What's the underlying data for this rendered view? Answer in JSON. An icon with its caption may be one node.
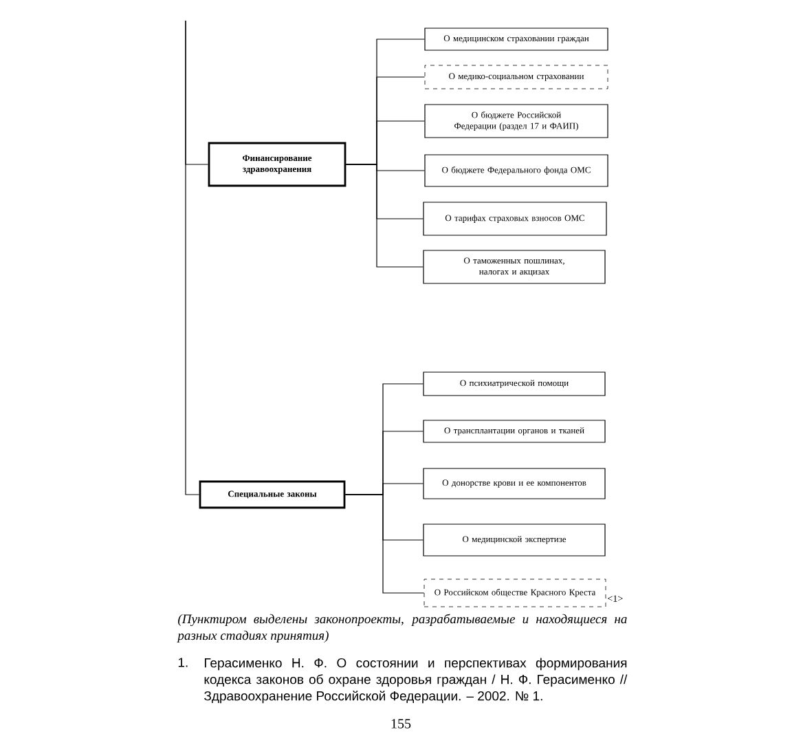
{
  "diagram": {
    "caption": "(Пунктиром выделены законопроекты, разрабатываемые и находящиеся на разных стадиях принятия)",
    "nodes": [
      {
        "text": [
          "Финансирование здравоохранения"
        ]
      },
      {
        "text": [
          "О медицинском страховании граждан"
        ]
      },
      {
        "text": [
          "О медико-социальном страховании"
        ]
      },
      {
        "text": [
          "О бюджете Российской Федерации (раздел 17 и ФАИП)"
        ]
      },
      {
        "text": [
          "О бюджете Федерального фонда ОМС"
        ]
      },
      {
        "text": [
          "О тарифах страховых взносов ОМС"
        ]
      },
      {
        "text": [
          "О таможенных пошлинах, налогах и акцизах"
        ]
      },
      {
        "text": [
          "Специальные законы"
        ]
      },
      {
        "text": [
          "О психиатрической помощи"
        ]
      },
      {
        "text": [
          "О трансплантации органов и тканей"
        ]
      },
      {
        "text": [
          "О донорстве крови и ее компонентов"
        ]
      },
      {
        "text": [
          "О медицинской экспертизе"
        ]
      },
      {
        "text": [
          "О Российском обществе Красного Креста"
        ],
        "beside": [
          "<1>"
        ]
      }
    ],
    "edges": [
      {
        "from": null,
        "to": 0,
        "arrow": "none"
      },
      {
        "from": null,
        "to": 7,
        "arrow": "none"
      },
      {
        "from": 0,
        "to": 1,
        "arrow": "none"
      },
      {
        "from": 0,
        "to": 2,
        "arrow": "none"
      },
      {
        "from": 0,
        "to": 3,
        "arrow": "none"
      },
      {
        "from": 0,
        "to": 4,
        "arrow": "none"
      },
      {
        "from": 0,
        "to": 5,
        "arrow": "none"
      },
      {
        "from": 0,
        "to": 6,
        "arrow": "none"
      },
      {
        "from": 7,
        "to": 8,
        "arrow": "none"
      },
      {
        "from": 7,
        "to": 9,
        "arrow": "none"
      },
      {
        "from": 7,
        "to": 10,
        "arrow": "none"
      },
      {
        "from": 7,
        "to": 11,
        "arrow": "none"
      },
      {
        "from": 7,
        "to": 12,
        "arrow": "none"
      }
    ],
    "labels": [
      "1.",
      "Герасименко Н. Ф. О состоянии и перспективах формирования кодекса законов об охране здоровья граждан / Н. Ф. Герасименко // Здравоохранение Российской Федерации. – 2002. № 1.",
      "155"
    ]
  }
}
